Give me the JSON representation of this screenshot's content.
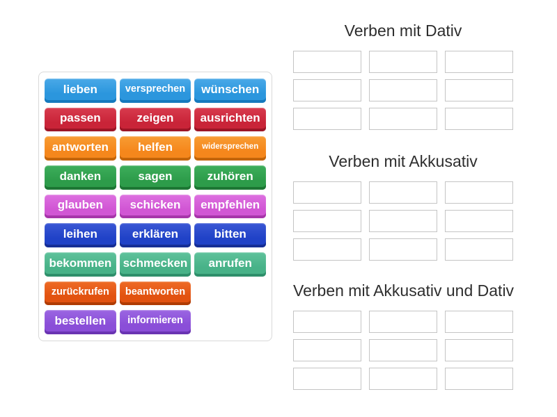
{
  "activity": {
    "type_label": "group-sort",
    "background_color": "#ffffff",
    "heading_color": "#2e2e2e",
    "slot_border_color": "#c4c4c4"
  },
  "tile_panel": {
    "rows": [
      {
        "color": "blue",
        "labels": [
          "lieben",
          "versprechen",
          "wünschen"
        ]
      },
      {
        "color": "red",
        "labels": [
          "passen",
          "zeigen",
          "ausrichten"
        ]
      },
      {
        "color": "orange",
        "labels": [
          "antworten",
          "helfen",
          "widersprechen"
        ]
      },
      {
        "color": "green",
        "labels": [
          "danken",
          "sagen",
          "zuhören"
        ]
      },
      {
        "color": "orchid",
        "labels": [
          "glauben",
          "schicken",
          "empfehlen"
        ]
      },
      {
        "color": "royalblue",
        "labels": [
          "leihen",
          "erklären",
          "bitten"
        ]
      },
      {
        "color": "seagreen",
        "labels": [
          "bekommen",
          "schmecken",
          "anrufen"
        ]
      },
      {
        "color": "orangered",
        "labels": [
          "zurückrufen",
          "beantworten"
        ]
      },
      {
        "color": "purple",
        "labels": [
          "bestellen",
          "informieren"
        ]
      }
    ],
    "palette": {
      "blue": {
        "light": "#4aa9e8",
        "base": "#2b96dd",
        "dark": "#1579bd"
      },
      "red": {
        "light": "#d83b4e",
        "base": "#c92438",
        "dark": "#9c1526"
      },
      "orange": {
        "light": "#f89c33",
        "base": "#f5871c",
        "dark": "#c3650a"
      },
      "green": {
        "light": "#3dae5b",
        "base": "#2d9c4a",
        "dark": "#1d7634"
      },
      "orchid": {
        "light": "#dd70e0",
        "base": "#d156d4",
        "dark": "#a635a9"
      },
      "royalblue": {
        "light": "#3a57d4",
        "base": "#2042c7",
        "dark": "#162e95"
      },
      "seagreen": {
        "light": "#5fc29b",
        "base": "#48b288",
        "dark": "#2f8f6b"
      },
      "orangered": {
        "light": "#ee6b26",
        "base": "#e25210",
        "dark": "#b03c04"
      },
      "purple": {
        "light": "#9b66e2",
        "base": "#8a4ed8",
        "dark": "#6a34b2"
      }
    }
  },
  "groups": [
    {
      "title": "Verben mit Dativ",
      "slot_count": 9
    },
    {
      "title": "Verben mit Akkusativ",
      "slot_count": 9
    },
    {
      "title": "Verben mit Akkusativ und Dativ",
      "slot_count": 9
    }
  ]
}
